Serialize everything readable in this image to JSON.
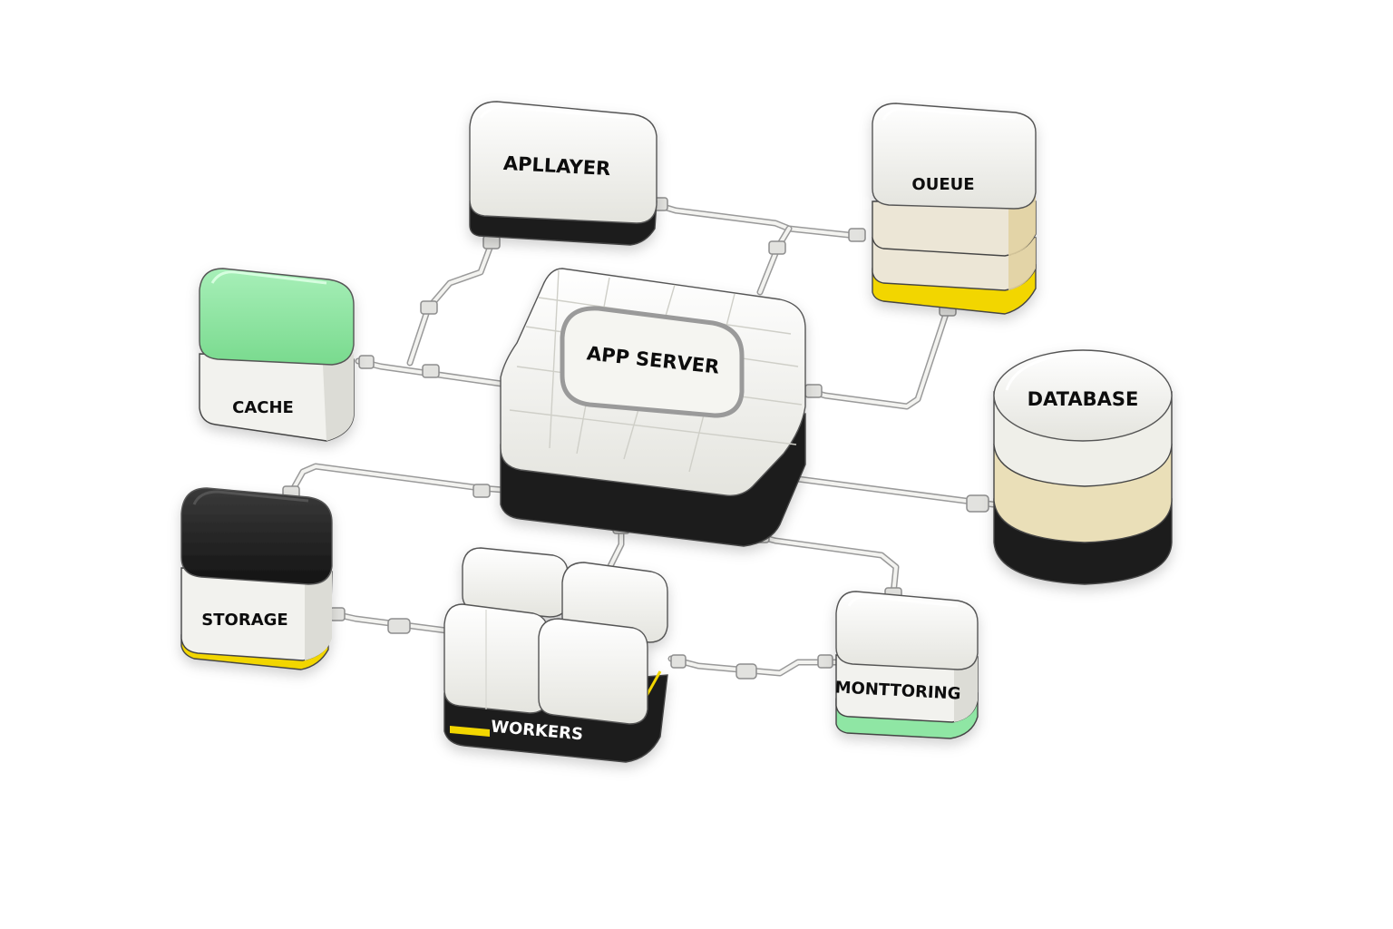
{
  "diagram": {
    "nodes": {
      "api_layer": {
        "label": "APLLAYER",
        "color_top": "#f2f2ee",
        "color_base": "#1f1f1f"
      },
      "queue": {
        "label": "OUEUE",
        "color_top": "#f2f2ee",
        "color_layers": [
          "#ece4cc",
          "#ece6d6"
        ],
        "color_base": "#f2d600"
      },
      "cache": {
        "label": "CACHE",
        "color_top": "#8fe6a4",
        "color_base": "#f2f2ee"
      },
      "app_server": {
        "label": "APP SERVER",
        "color_top": "#f2f2ee",
        "color_base": "#1f1f1f"
      },
      "database": {
        "label": "DATABASE",
        "color_top": "#f4f4f0",
        "color_layers": [
          "#eadfb8",
          "#1f1f1f"
        ]
      },
      "storage": {
        "label": "STORAGE",
        "color_top": "#1f1f1f",
        "color_base": "#f2f2ee",
        "accent": "#f2d600"
      },
      "workers": {
        "label": "WORKERS",
        "color_top": "#f2f2ee",
        "color_base": "#1f1f1f",
        "accent": "#f2d600"
      },
      "monitoring": {
        "label": "MONTTORING",
        "color_top": "#f2f2ee",
        "color_base": "#8fe6a4"
      }
    },
    "connections": [
      {
        "from": "api_layer",
        "to": "queue"
      },
      {
        "from": "api_layer",
        "to": "cache"
      },
      {
        "from": "cache",
        "to": "app_server"
      },
      {
        "from": "app_server",
        "to": "queue"
      },
      {
        "from": "app_server",
        "to": "database"
      },
      {
        "from": "app_server",
        "to": "storage"
      },
      {
        "from": "app_server",
        "to": "workers"
      },
      {
        "from": "app_server",
        "to": "monitoring"
      },
      {
        "from": "storage",
        "to": "workers"
      },
      {
        "from": "workers",
        "to": "monitoring"
      }
    ]
  }
}
